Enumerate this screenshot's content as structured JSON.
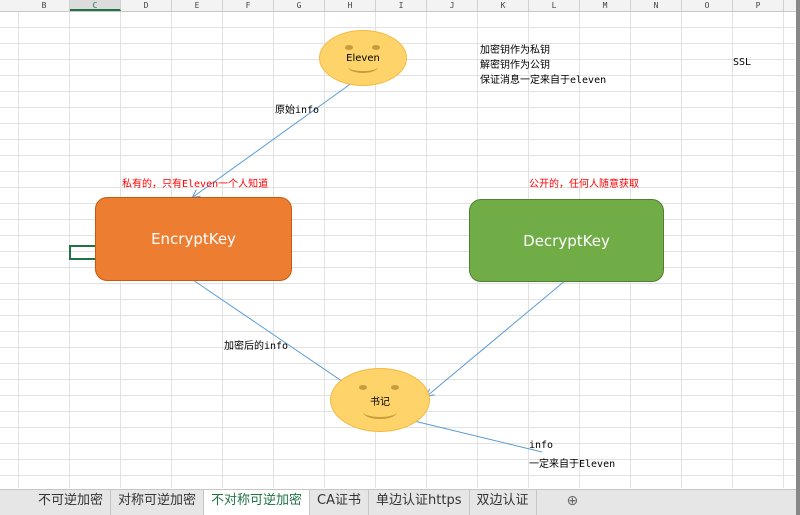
{
  "columns": [
    "B",
    "C",
    "D",
    "E",
    "F",
    "G",
    "H",
    "I",
    "J",
    "K",
    "L",
    "M",
    "N",
    "O",
    "P"
  ],
  "selected_column": "C",
  "notes": {
    "line1": "加密钥作为私钥",
    "line2": "解密钥作为公钥",
    "line3": "保证消息一定来自于eleven",
    "ssl": "SSL"
  },
  "labels": {
    "original_info": "原始info",
    "private_note": "私有的，只有Eleven一个人知道",
    "public_note": "公开的，任何人随意获取",
    "encrypted_info": "加密后的info",
    "result1": "info",
    "result2": "一定来自于Eleven"
  },
  "shapes": {
    "sender": "Eleven",
    "encrypt_key": "EncryptKey",
    "decrypt_key": "DecryptKey",
    "receiver": "书记"
  },
  "colors": {
    "encrypt": "#ed7d31",
    "decrypt": "#70ad47",
    "face": "#fdd36a",
    "arrow": "#5b9bd5"
  },
  "tabs": [
    {
      "label": "不可逆加密"
    },
    {
      "label": "对称可逆加密"
    },
    {
      "label": "不对称可逆加密",
      "active": true
    },
    {
      "label": "CA证书"
    },
    {
      "label": "单边认证https"
    },
    {
      "label": "双边认证"
    }
  ],
  "add_sheet": "⊕"
}
